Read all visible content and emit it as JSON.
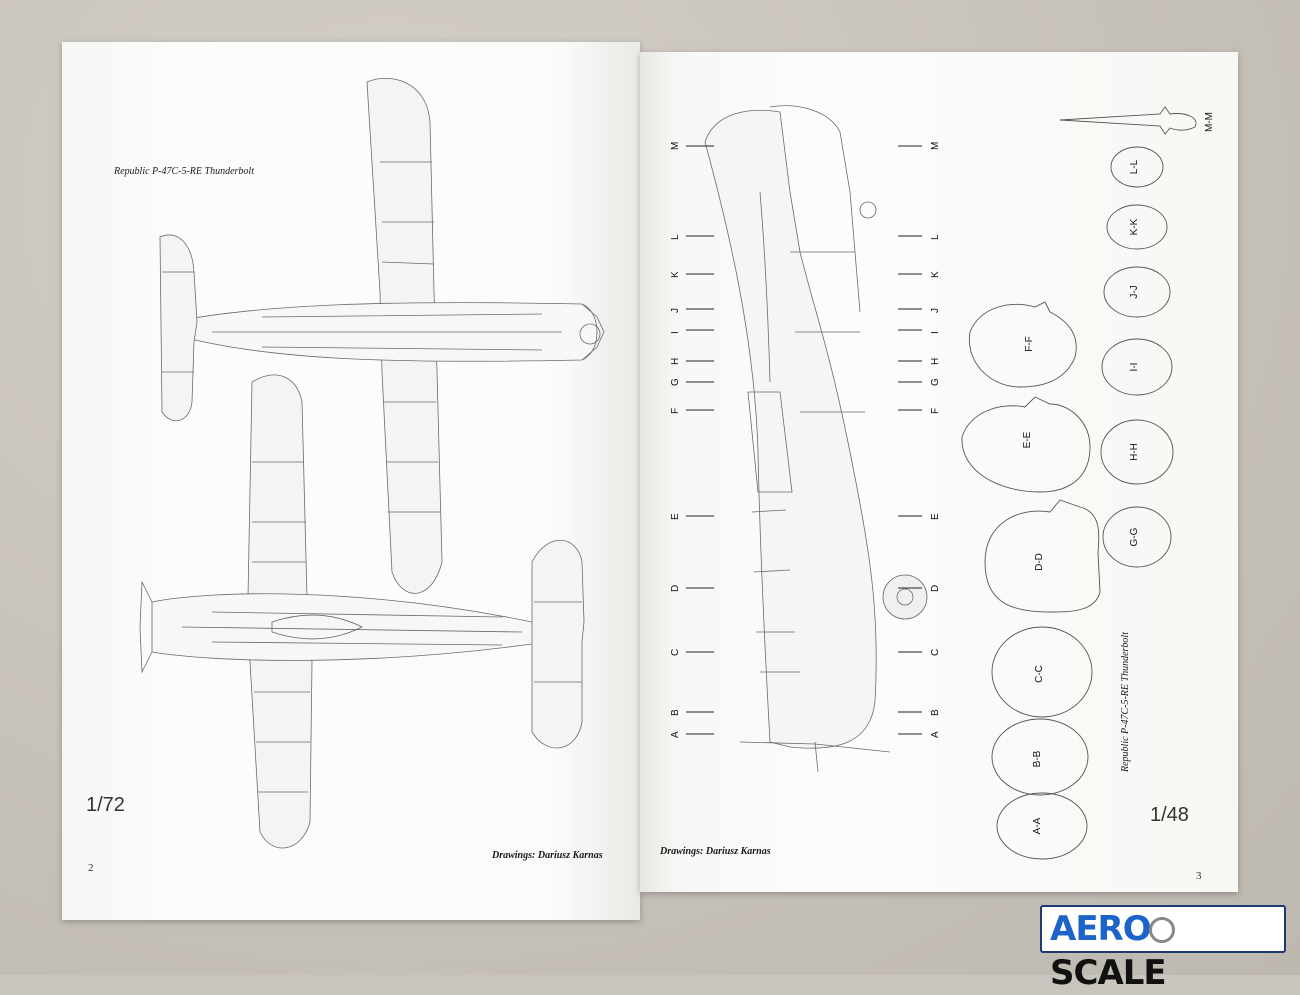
{
  "left_page": {
    "caption": "Republic P-47C-5-RE Thunderbolt",
    "scale": "1/72",
    "credit": "Drawings: Dariusz Karnas",
    "page_number": "2"
  },
  "right_page": {
    "caption": "Republic P-47C-5-RE Thunderbolt",
    "scale": "1/48",
    "credit": "Drawings: Dariusz Karnas",
    "page_number": "3",
    "section_letters_left": [
      "M",
      "L",
      "K",
      "J",
      "I",
      "H",
      "G",
      "F",
      "E",
      "D",
      "C",
      "B",
      "A"
    ],
    "section_letters_right": [
      "M",
      "L",
      "K",
      "J",
      "I",
      "H",
      "G",
      "F",
      "E",
      "D",
      "C",
      "B",
      "A"
    ],
    "cross_sections": [
      "A-A",
      "B-B",
      "C-C",
      "D-D",
      "E-E",
      "F-F",
      "G-G",
      "H-H",
      "I-I",
      "J-J",
      "K-K",
      "L-L",
      "M-M"
    ]
  },
  "watermark": {
    "part1": "AERO",
    "part2": "SCALE",
    "brand_color": "#1c64c8"
  }
}
